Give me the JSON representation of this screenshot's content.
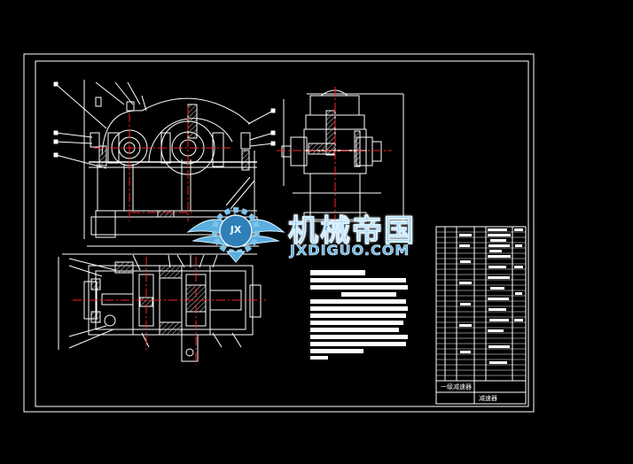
{
  "drawing": {
    "background": "#000000",
    "line_color": "#ffffff",
    "center_line_color": "#ff2020",
    "hatch_color": "#cfcfcf"
  },
  "watermark": {
    "cn": "机械帝国",
    "en": "JXDIGUO.COM",
    "logo_text": "JX",
    "color": "#4fa6d8"
  },
  "title_block": {
    "left_label": "一级减速器",
    "right_label": "减速器"
  }
}
